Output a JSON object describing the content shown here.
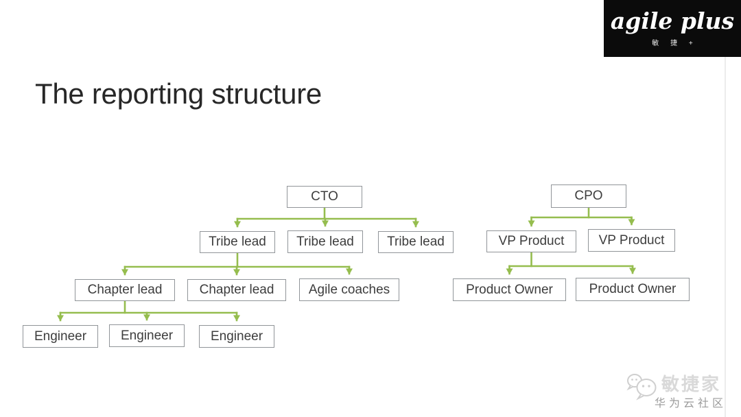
{
  "logo": {
    "brand": "agile plus",
    "subtitle": "敏 捷 +"
  },
  "title": "The reporting structure",
  "diagram": {
    "type": "org-chart",
    "nodes": [
      {
        "id": "cto",
        "label": "CTO"
      },
      {
        "id": "tribe1",
        "label": "Tribe lead"
      },
      {
        "id": "tribe2",
        "label": "Tribe lead"
      },
      {
        "id": "tribe3",
        "label": "Tribe lead"
      },
      {
        "id": "chapter1",
        "label": "Chapter lead"
      },
      {
        "id": "chapter2",
        "label": "Chapter lead"
      },
      {
        "id": "coaches",
        "label": "Agile coaches"
      },
      {
        "id": "eng1",
        "label": "Engineer"
      },
      {
        "id": "eng2",
        "label": "Engineer"
      },
      {
        "id": "eng3",
        "label": "Engineer"
      },
      {
        "id": "cpo",
        "label": "CPO"
      },
      {
        "id": "vp1",
        "label": "VP Product"
      },
      {
        "id": "vp2",
        "label": "VP Product"
      },
      {
        "id": "po1",
        "label": "Product Owner"
      },
      {
        "id": "po2",
        "label": "Product Owner"
      }
    ],
    "edges": [
      [
        "cto",
        "tribe1"
      ],
      [
        "cto",
        "tribe2"
      ],
      [
        "cto",
        "tribe3"
      ],
      [
        "tribe1",
        "chapter1"
      ],
      [
        "tribe1",
        "chapter2"
      ],
      [
        "tribe1",
        "coaches"
      ],
      [
        "chapter1",
        "eng1"
      ],
      [
        "chapter1",
        "eng2"
      ],
      [
        "chapter1",
        "eng3"
      ],
      [
        "cpo",
        "vp1"
      ],
      [
        "cpo",
        "vp2"
      ],
      [
        "vp1",
        "po1"
      ],
      [
        "vp1",
        "po2"
      ]
    ]
  },
  "watermark": {
    "icon": "wechat-icon",
    "name": "敏捷家",
    "community": "华为云社区"
  },
  "colors": {
    "accent_green": "#95bd4e",
    "box_border": "#909498",
    "box_text": "#3d3d3d",
    "title_color": "#272727",
    "logo_bg": "#0b0b0b",
    "logo_text": "#ffffff",
    "watermark_name": "#d9d9d9",
    "watermark_community": "#9b9b9b",
    "edge_line": "#ececec",
    "slide_bg": "#ffffff"
  }
}
